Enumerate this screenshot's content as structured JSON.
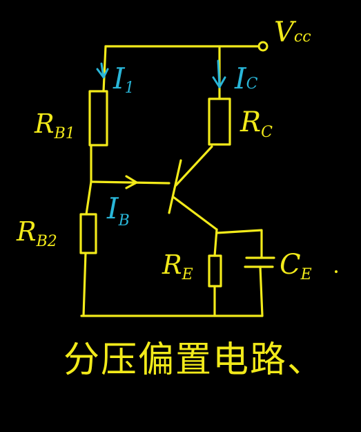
{
  "labels": {
    "vcc": {
      "main": "V",
      "sub": "cc"
    },
    "rb1": {
      "main": "R",
      "sub": "B1"
    },
    "rb2": {
      "main": "R",
      "sub": "B2"
    },
    "rc": {
      "main": "R",
      "sub": "C"
    },
    "re": {
      "main": "R",
      "sub": "E"
    },
    "ce": {
      "main": "C",
      "sub": "E"
    },
    "i1": {
      "main": "I",
      "sub": "1"
    },
    "ic": {
      "main": "I",
      "sub": "C"
    },
    "ib": {
      "main": "I",
      "sub": "B"
    }
  },
  "caption": "分压偏置电路、",
  "colors": {
    "ink": "#f2ea1a",
    "current": "#29b6d8",
    "background": "#000000"
  }
}
